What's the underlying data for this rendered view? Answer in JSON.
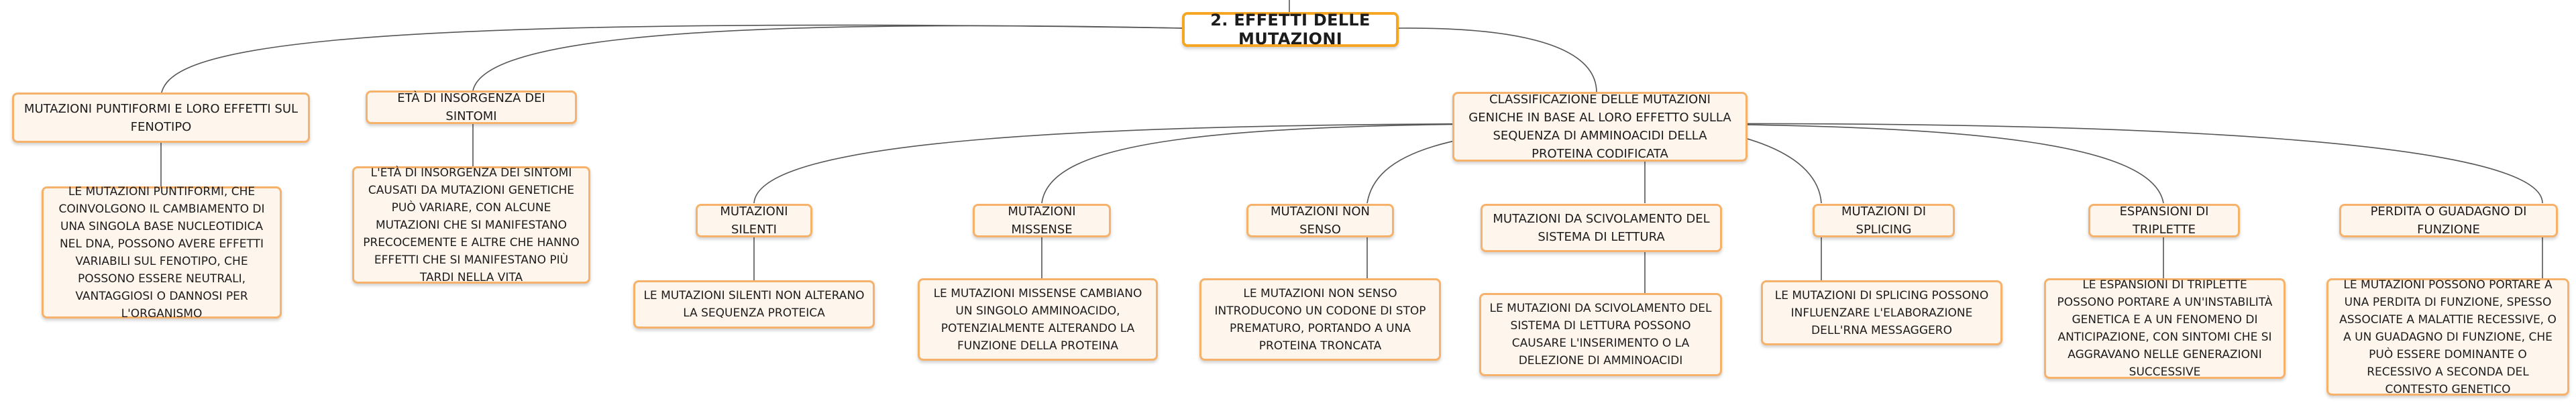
{
  "root": {
    "label": "2. EFFETTI DELLE MUTAZIONI"
  },
  "branches": [
    {
      "label": "MUTAZIONI PUNTIFORMI E LORO EFFETTI SUL FENOTIPO",
      "detail": "LE MUTAZIONI PUNTIFORMI, CHE COINVOLGONO IL CAMBIAMENTO DI UNA SINGOLA BASE NUCLEOTIDICA NEL DNA, POSSONO AVERE EFFETTI VARIABILI SUL FENOTIPO, CHE POSSONO ESSERE NEUTRALI, VANTAGGIOSI O DANNOSI PER L'ORGANISMO"
    },
    {
      "label": "ETÀ DI INSORGENZA DEI SINTOMI",
      "detail": "L'ETÀ DI INSORGENZA DEI SINTOMI CAUSATI DA MUTAZIONI GENETICHE PUÒ VARIARE, CON ALCUNE MUTAZIONI CHE SI MANIFESTANO PRECOCEMENTE E ALTRE CHE HANNO EFFETTI CHE SI MANIFESTANO PIÙ TARDI NELLA VITA"
    },
    {
      "label": "CLASSIFICAZIONE DELLE MUTAZIONI GENICHE IN BASE AL LORO EFFETTO SULLA SEQUENZA DI AMMINOACIDI DELLA PROTEINA CODIFICATA"
    }
  ],
  "classes": [
    {
      "label": "MUTAZIONI SILENTI",
      "detail": "LE MUTAZIONI SILENTI NON ALTERANO LA SEQUENZA PROTEICA"
    },
    {
      "label": "MUTAZIONI MISSENSE",
      "detail": "LE MUTAZIONI MISSENSE CAMBIANO UN SINGOLO AMMINOACIDO, POTENZIALMENTE ALTERANDO LA FUNZIONE DELLA PROTEINA"
    },
    {
      "label": "MUTAZIONI NON SENSO",
      "detail": "LE MUTAZIONI NON SENSO INTRODUCONO UN CODONE DI STOP PREMATURO, PORTANDO A UNA PROTEINA TRONCATA"
    },
    {
      "label": "MUTAZIONI DA SCIVOLAMENTO DEL SISTEMA DI LETTURA",
      "detail": "LE MUTAZIONI DA SCIVOLAMENTO DEL SISTEMA DI LETTURA POSSONO CAUSARE L'INSERIMENTO O LA DELEZIONE DI AMMINOACIDI"
    },
    {
      "label": "MUTAZIONI DI SPLICING",
      "detail": "LE MUTAZIONI DI SPLICING POSSONO INFLUENZARE L'ELABORAZIONE DELL'RNA MESSAGGERO"
    },
    {
      "label": "ESPANSIONI DI TRIPLETTE",
      "detail": "LE ESPANSIONI DI TRIPLETTE POSSONO PORTARE A UN'INSTABILITÀ GENETICA E A UN FENOMENO DI ANTICIPAZIONE, CON SINTOMI CHE SI AGGRAVANO NELLE GENERAZIONI SUCCESSIVE"
    },
    {
      "label": "PERDITA O GUADAGNO DI FUNZIONE",
      "detail": "LE MUTAZIONI POSSONO PORTARE A UNA PERDITA DI FUNZIONE, SPESSO ASSOCIATE A MALATTIE RECESSIVE, O A UN GUADAGNO DI FUNZIONE, CHE PUÒ ESSERE DOMINANTE O RECESSIVO A SECONDA DEL CONTESTO GENETICO"
    }
  ],
  "colors": {
    "border": "#f6b26b",
    "title_border": "#f6a623",
    "fill": "#fef5ec",
    "line": "#555555"
  }
}
